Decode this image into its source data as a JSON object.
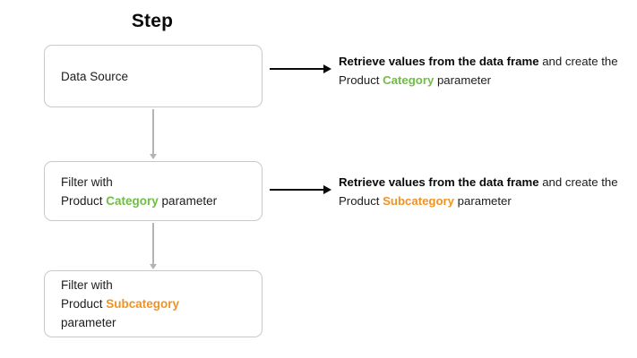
{
  "diagram": {
    "title": "Step",
    "colors": {
      "category_green": "#6fbe44",
      "subcategory_orange": "#ef9325",
      "box_border": "#c9c9c9",
      "arrow_black": "#0a0a0a",
      "connector_gray": "#b4b4b4",
      "text": "#1c1c1c",
      "background": "#ffffff"
    },
    "boxes": [
      {
        "id": "data-source",
        "lines": [
          {
            "text": "Data Source"
          }
        ]
      },
      {
        "id": "filter-category",
        "lines": [
          {
            "text": "Filter with"
          },
          {
            "prefix": "Product ",
            "keyword": "Category",
            "suffix": " parameter"
          }
        ]
      },
      {
        "id": "filter-subcategory",
        "lines": [
          {
            "text": "Filter with"
          },
          {
            "prefix": "Product ",
            "keyword": "Subcategory",
            "suffix": ""
          },
          {
            "text": "parameter"
          }
        ]
      }
    ],
    "annotations": [
      {
        "id": "annotation-category",
        "strong": "Retrieve values from the data frame",
        "mid": " and create the Product ",
        "keyword": "Category",
        "tail": " parameter"
      },
      {
        "id": "annotation-subcategory",
        "strong": "Retrieve values from the data frame",
        "mid": " and create the Product ",
        "keyword": "Subcategory",
        "tail": " parameter"
      }
    ]
  }
}
